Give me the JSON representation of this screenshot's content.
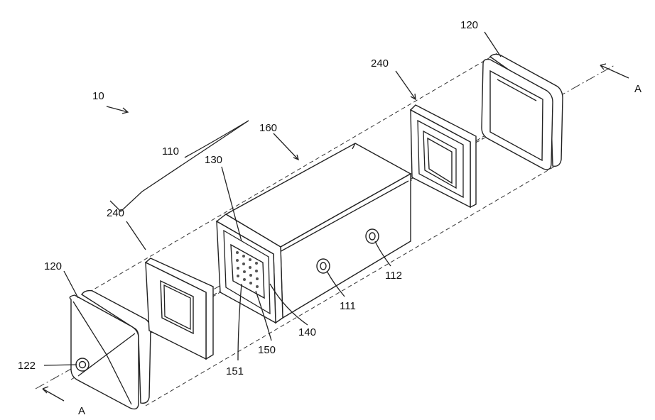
{
  "figure": {
    "labels": {
      "assembly": "10",
      "housing": "110",
      "body": "160",
      "filter": "130",
      "gasket_left": "240",
      "gasket_right": "240",
      "cap_left": "120",
      "cap_right": "120",
      "cap_port": "122",
      "section_left": "A",
      "section_right": "A",
      "holes": "151",
      "plate": "150",
      "frame": "140",
      "port_1": "111",
      "port_2": "112"
    }
  }
}
